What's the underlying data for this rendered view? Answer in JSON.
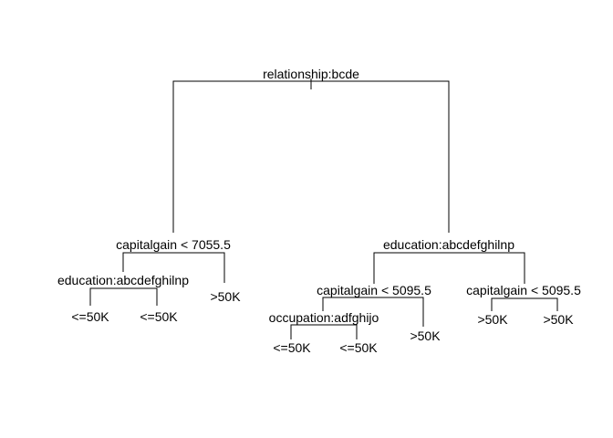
{
  "tree": {
    "root": {
      "split": "relationship:bcde"
    },
    "left": {
      "split": "capitalgain < 7055.5"
    },
    "left_left": {
      "split": "education:abcdefghilnp"
    },
    "left_left_left_leaf": {
      "label": "<=50K"
    },
    "left_left_right_leaf": {
      "label": "<=50K"
    },
    "left_right_leaf": {
      "label": ">50K"
    },
    "right": {
      "split": "education:abcdefghilnp"
    },
    "right_left": {
      "split": "capitalgain < 5095.5"
    },
    "right_left_left": {
      "split": "occupation:adfghijo"
    },
    "right_left_left_left_leaf": {
      "label": "<=50K"
    },
    "right_left_left_right_leaf": {
      "label": "<=50K"
    },
    "right_left_right_leaf": {
      "label": ">50K"
    },
    "right_right": {
      "split": "capitalgain < 5095.5"
    },
    "right_right_left_leaf": {
      "label": ">50K"
    },
    "right_right_right_leaf": {
      "label": ">50K"
    }
  }
}
